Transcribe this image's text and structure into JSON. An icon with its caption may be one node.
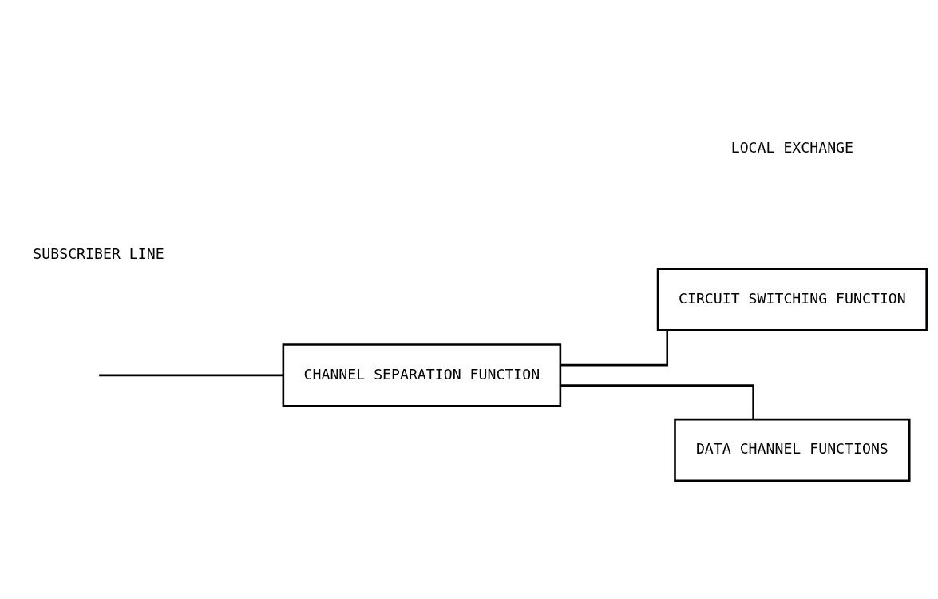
{
  "diagram": {
    "nodes": [
      {
        "text": [
          "CHANNEL SEPARATION FUNCTION"
        ]
      },
      {
        "text": [
          "CIRCUIT SWITCHING FUNCTION"
        ]
      },
      {
        "text": [
          "DATA CHANNEL FUNCTIONS"
        ]
      }
    ],
    "edges": [
      {
        "from": null,
        "to": 0,
        "arrow": "none"
      },
      {
        "from": 0,
        "to": 1,
        "arrow": "none"
      },
      {
        "from": 0,
        "to": 2,
        "arrow": "none"
      }
    ],
    "labels": [
      "LOCAL EXCHANGE",
      "SUBSCRIBER LINE"
    ]
  }
}
